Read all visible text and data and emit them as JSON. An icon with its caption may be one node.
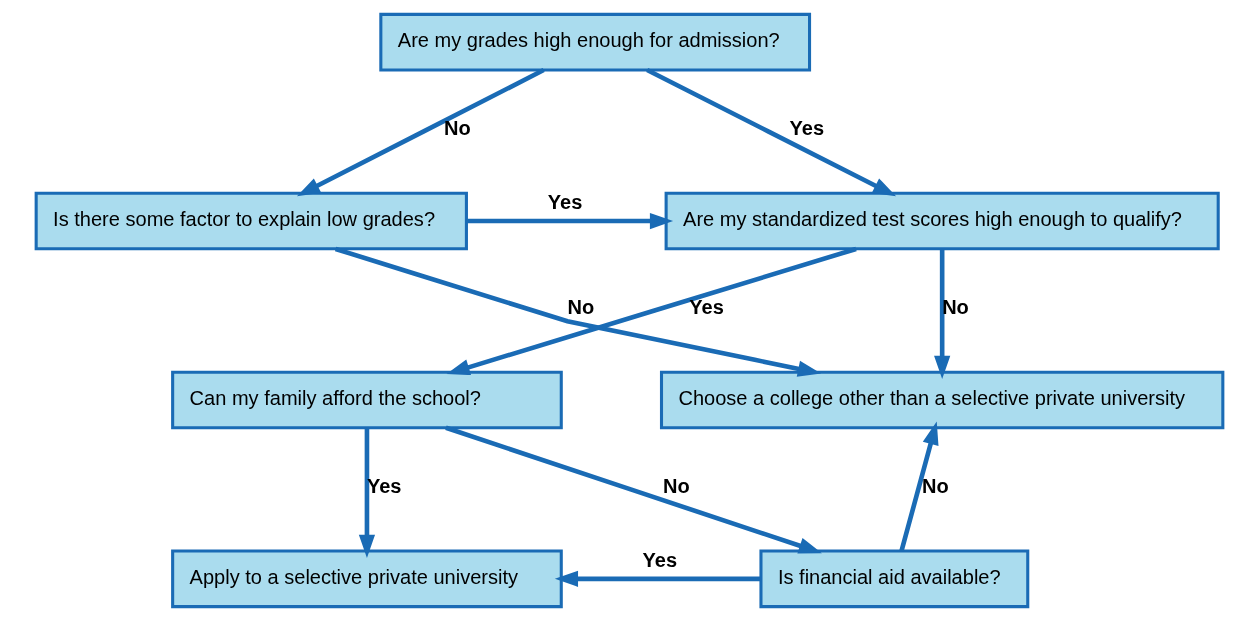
{
  "diagram": {
    "nodes": [
      {
        "text": [
          "Are my grades high enough for admission?"
        ]
      },
      {
        "text": [
          "Is there some factor to explain low grades?"
        ]
      },
      {
        "text": [
          "Are my standardized test scores high enough to qualify?"
        ]
      },
      {
        "text": [
          "Choose a college other than a selective private university"
        ]
      },
      {
        "text": [
          "Can my family afford the school?"
        ]
      },
      {
        "text": [
          "Apply to a selective private university"
        ]
      },
      {
        "text": [
          "Is financial aid available?"
        ]
      }
    ],
    "edges": [
      {
        "from": 0,
        "to": 1,
        "arrow": "to",
        "label": "No"
      },
      {
        "from": 0,
        "to": 2,
        "arrow": "to",
        "label": "Yes"
      },
      {
        "from": 1,
        "to": 2,
        "arrow": "to",
        "label": "Yes"
      },
      {
        "from": 1,
        "to": 3,
        "arrow": "to",
        "label": "No"
      },
      {
        "from": 2,
        "to": 3,
        "arrow": "to",
        "label": "No"
      },
      {
        "from": 2,
        "to": 4,
        "arrow": "to",
        "label": "Yes"
      },
      {
        "from": 4,
        "to": 6,
        "arrow": "to",
        "label": "No"
      },
      {
        "from": 4,
        "to": 5,
        "arrow": "to",
        "label": "Yes"
      },
      {
        "from": 6,
        "to": 5,
        "arrow": "to",
        "label": "Yes"
      },
      {
        "from": 6,
        "to": 3,
        "arrow": "to",
        "label": "No"
      }
    ]
  }
}
